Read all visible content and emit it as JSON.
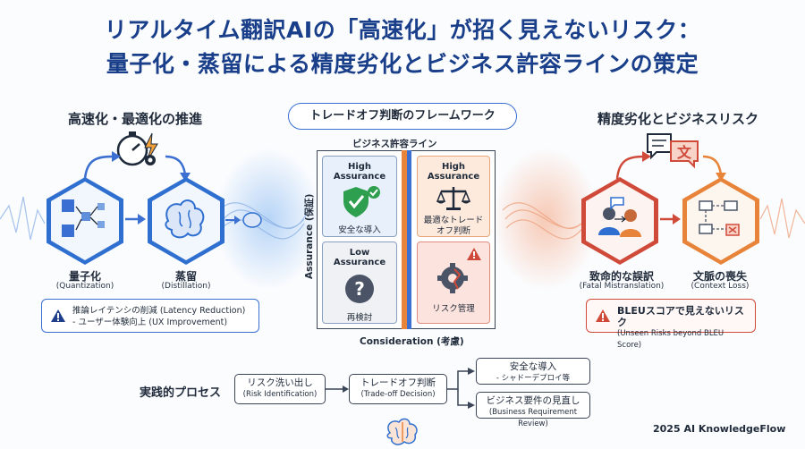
{
  "title_line1": "リアルタイム翻訳AIの「高速化」が招く見えないリスク：",
  "title_line2": "量子化・蒸留による精度劣化とビジネス許容ラインの策定",
  "left": {
    "heading": "高速化・最適化の推進",
    "quantization_label": "量子化",
    "quantization_sub": "(Quantization)",
    "distillation_label": "蒸留",
    "distillation_sub": "(Distillation)",
    "callout_line1": "推論レイテンシの削減 (Latency Reduction)",
    "callout_line2": "- ユーザー体験向上 (UX Improvement)"
  },
  "center": {
    "framework_label": "トレードオフ判断のフレームワーク",
    "business_line": "ビジネス許容ライン",
    "y_axis": "Assurance (保証)",
    "x_axis": "Consideration (考慮)",
    "cells": [
      {
        "title": "High Assurance",
        "sub": "安全な導入"
      },
      {
        "title": "High Assurance",
        "sub": "最適なトレード\nオフ判断"
      },
      {
        "title": "Low Assurance",
        "sub": "再検討"
      },
      {
        "title": "",
        "sub": "リスク管理"
      }
    ]
  },
  "right": {
    "heading": "精度劣化とビジネスリスク",
    "fatal_label": "致命的な誤訳",
    "fatal_sub": "(Fatal Mistranslation)",
    "context_label": "文脈の喪失",
    "context_sub": "(Context Loss)",
    "callout_line1": "BLEUスコアで見えないリスク",
    "callout_line2": "(Unseen Risks beyond BLEU Score)"
  },
  "process": {
    "heading": "実践的プロセス",
    "step1": "リスク洗い出し",
    "step1_sub": "(Risk Identification)",
    "step2": "トレードオフ判断",
    "step2_sub": "(Trade-off Decision)",
    "out1": "安全な導入",
    "out1_sub": "- シャドーデプロイ等",
    "out2": "ビジネス要件の見直し",
    "out2_sub": "(Business Requirement Review)"
  },
  "footer": "2025 AI KnowledgeFlow",
  "colors": {
    "title": "#1a3f8a",
    "blue": "#2f6fd0",
    "red": "#d04a3a",
    "orange": "#e8833a",
    "green": "#2e9e4f"
  }
}
